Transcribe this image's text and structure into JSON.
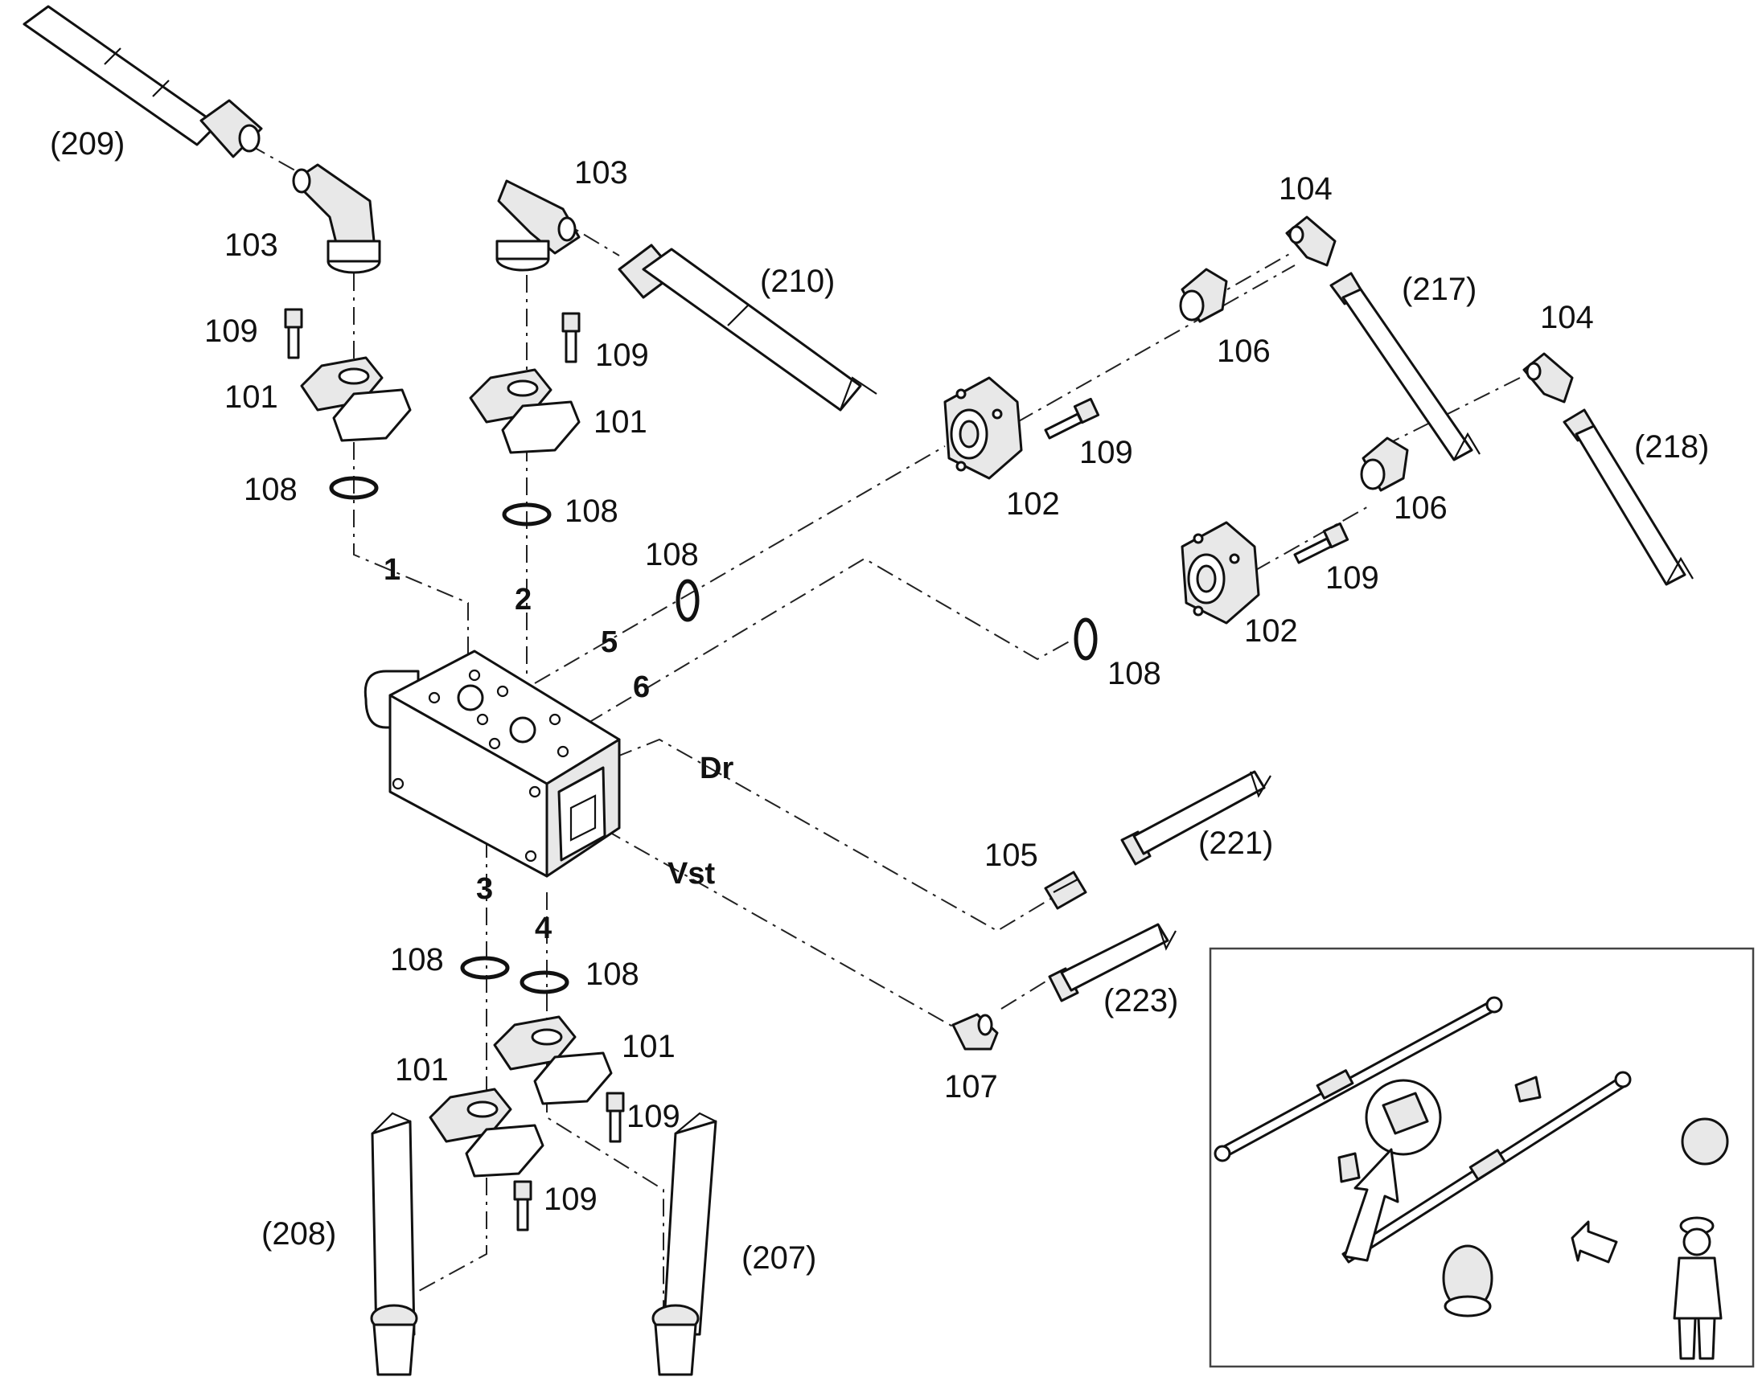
{
  "labels": {
    "p209": "(209)",
    "p210": "(210)",
    "p217": "(217)",
    "p218": "(218)",
    "p221": "(221)",
    "p223": "(223)",
    "p208": "(208)",
    "p207": "(207)",
    "n103": "103",
    "n104": "104",
    "n109": "109",
    "n106": "106",
    "n101": "101",
    "n102": "102",
    "n108": "108",
    "n105": "105",
    "n107": "107"
  },
  "ports": {
    "p1": "1",
    "p2": "2",
    "p3": "3",
    "p4": "4",
    "p5": "5",
    "p6": "6",
    "dr": "Dr",
    "vst": "Vst"
  }
}
